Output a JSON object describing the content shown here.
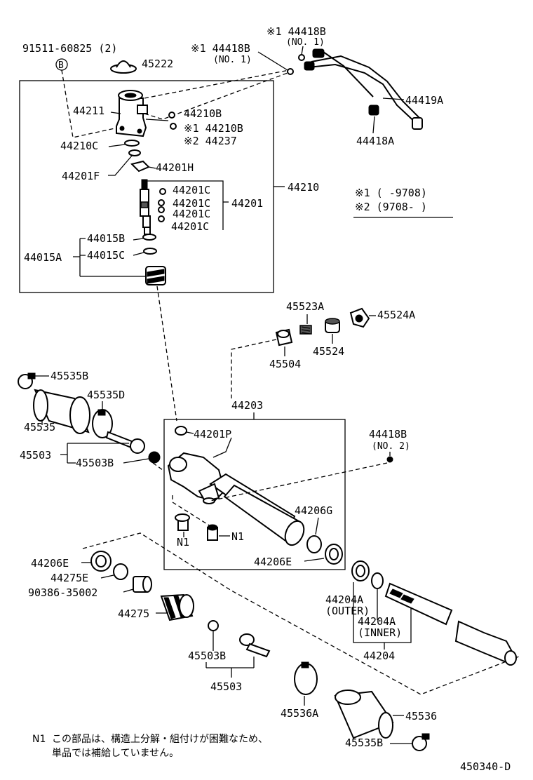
{
  "labels": {
    "p91511": "91511-60825 (2)",
    "b_mark": "B",
    "p45222": "45222",
    "p44418b_top": "※1 44418B",
    "p44418b_top_no": "(NO. 1)",
    "p44418b_mid": "※1 44418B",
    "p44418b_mid_no": "(NO. 1)",
    "p44419a": "44419A",
    "p44418a": "44418A",
    "p44211": "44211",
    "p44210b_1": "44210B",
    "p44210b_2": "※1 44210B",
    "p44237": "※2 44237",
    "p44210c": "44210C",
    "p44201f": "44201F",
    "p44201h": "44201H",
    "p44210": "44210",
    "p44201c_1": "44201C",
    "p44201c_2": "44201C",
    "p44201c_3": "44201C",
    "p44201c_4": "44201C",
    "p44201": "44201",
    "p44015b": "44015B",
    "p44015a": "44015A",
    "p44015c": "44015C",
    "p45523a": "45523A",
    "p45524a": "45524A",
    "p45504": "45504",
    "p45524": "45524",
    "p45535b_top": "45535B",
    "p45535d": "45535D",
    "p45535": "45535",
    "p45503_left": "45503",
    "p45503b_left": "45503B",
    "p44203": "44203",
    "p44201p": "44201P",
    "p44418b_no2": "44418B",
    "p44418b_no2_no": "(NO. 2)",
    "p44206g": "44206G",
    "n1_a": "N1",
    "n1_b": "N1",
    "p44206e_right": "44206E",
    "p44206e_left": "44206E",
    "p44275e": "44275E",
    "p90386": "90386-35002",
    "p44275": "44275",
    "p44204a_outer": "44204A",
    "outer": "(OUTER)",
    "p44204a_inner": "44204A",
    "inner": "(INNER)",
    "p44204": "44204",
    "p45503b_bottom": "45503B",
    "p45503_bottom": "45503",
    "p45536a": "45536A",
    "p45536": "45536",
    "p45535b_bottom": "45535B"
  },
  "legend": {
    "line1": "※1 (      -9708)",
    "line2": "※2 (9708-      )"
  },
  "note": {
    "prefix": "N1",
    "line1": "この部品は、構造上分解・組付けが困難なため、",
    "line2": "単品では補給していません。"
  },
  "code": "450340-D"
}
